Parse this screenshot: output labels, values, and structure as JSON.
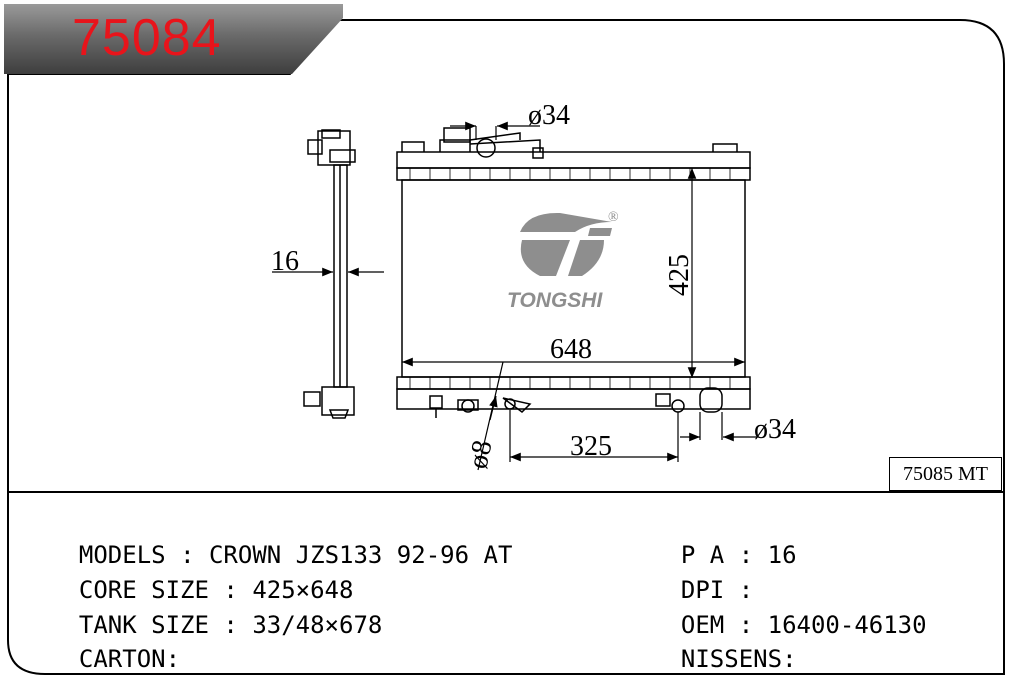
{
  "header": {
    "code": "75084"
  },
  "reference_box": {
    "text": "75085 MT"
  },
  "drawing": {
    "dim_phi34_top": "ø34",
    "dim_16": "16",
    "dim_425": "425",
    "dim_648": "648",
    "dim_phi8": "ø8",
    "dim_325": "325",
    "dim_phi34_bottom": "ø34",
    "logo_text": "TONGSHI",
    "logo_mark": "®"
  },
  "specs_left": [
    {
      "label": "MODELS",
      "sep": ":",
      "value": "CROWN JZS133 92-96 AT"
    },
    {
      "label": "CORE SIZE",
      "sep": ":",
      "value": "425×648"
    },
    {
      "label": "TANK SIZE",
      "sep": ":",
      "value": "33/48×678"
    },
    {
      "label": "CARTON",
      "sep": ":",
      "value": ""
    }
  ],
  "specs_right": [
    {
      "label": "P A",
      "sep": ":",
      "value": "16"
    },
    {
      "label": "DPI",
      "sep": ":",
      "value": ""
    },
    {
      "label": "OEM",
      "sep": ":",
      "value": "16400-46130"
    },
    {
      "label": "NISSENS",
      "sep": ":",
      "value": ""
    }
  ],
  "colors": {
    "title_red": "#e8141b",
    "banner_gray": "#5a5a5a",
    "logo_gray": "#8e8e8e"
  }
}
